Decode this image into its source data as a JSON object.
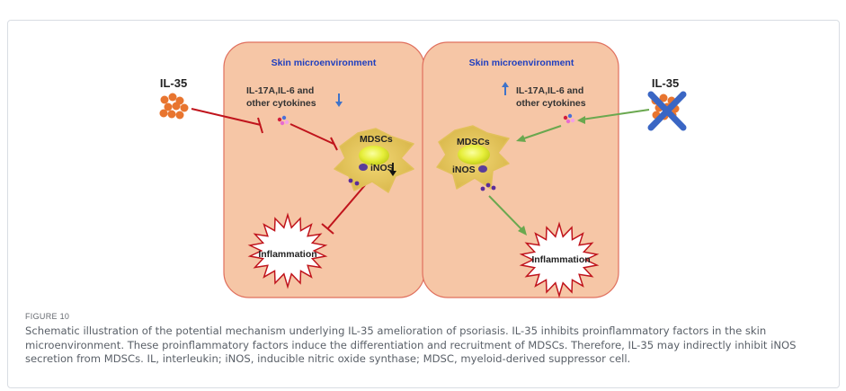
{
  "figure": {
    "left_panel": {
      "title": "Skin microenvironment",
      "cytokines_line1": "IL-17A,IL-6 and",
      "cytokines_line2": "other cytokines",
      "cell_label": "MDSCs",
      "inos_label": "iNOS",
      "inflammation_label": "Inflammation"
    },
    "right_panel": {
      "title": "Skin microenvironment",
      "cytokines_line1": "IL-17A,IL-6 and",
      "cytokines_line2": "other cytokines",
      "cell_label": "MDSCs",
      "inos_label": "iNOS",
      "inflammation_label": "Inflammation"
    },
    "il35_left": "IL-35",
    "il35_right": "IL-35",
    "colors": {
      "panel_fill": "#f6c6a6",
      "panel_stroke": "#e0705e",
      "inhibit_red": "#c0141c",
      "activate_green": "#6aa84f",
      "arrow_blue": "#3f73c9",
      "cross_blue": "#3a66c4",
      "il35_orange": "#e8752f",
      "title_blue": "#1f3fbf"
    }
  },
  "figure_label": "FIGURE 10",
  "caption": "Schematic illustration of the potential mechanism underlying IL-35 amelioration of psoriasis. IL-35 inhibits proinflammatory factors in the skin microenvironment. These proinflammatory factors induce the differentiation and recruitment of MDSCs. Therefore, IL-35 may indirectly inhibit iNOS secretion from MDSCs. IL, interleukin; iNOS, inducible nitric oxide synthase; MDSC, myeloid-derived suppressor cell."
}
